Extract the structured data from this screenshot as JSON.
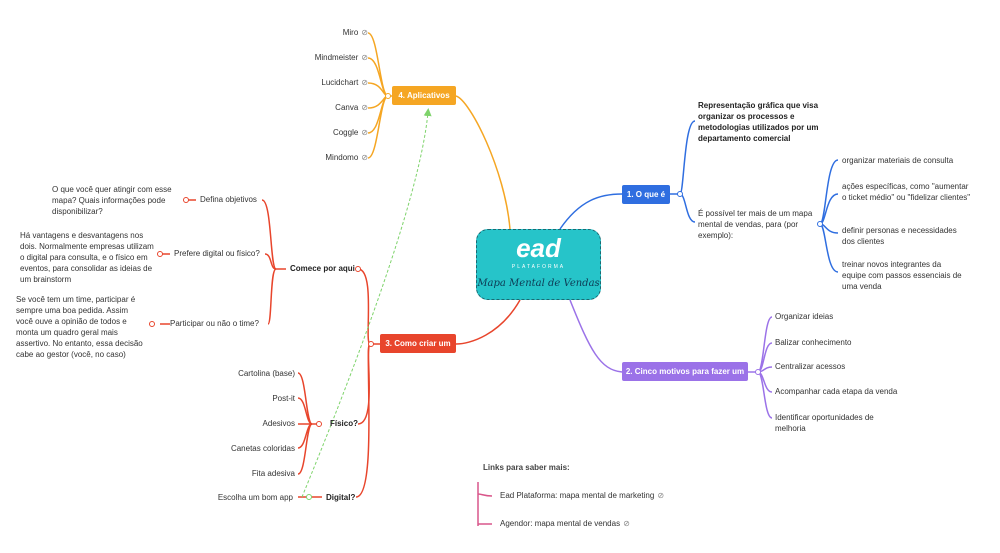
{
  "center": {
    "logo_text": "ead",
    "logo_sub": "PLATAFORMA",
    "title": "Mapa Mental de Vendas"
  },
  "apps": {
    "label": "4. Aplicativos",
    "items": [
      "Miro",
      "Mindmeister",
      "Lucidchart",
      "Canva",
      "Coggle",
      "Mindomo"
    ]
  },
  "oque": {
    "label": "1. O que é",
    "definition": "Representação gráfica que visa organizar os processos e metodologias utilizados por um departamento comercial",
    "multiple": "É possível ter mais de um mapa mental de vendas, para (por exemplo):",
    "examples": [
      "organizar materiais de consulta",
      "ações específicas, como \"aumentar o ticket médio\" ou \"fidelizar clientes\"",
      "definir personas e necessidades dos clientes",
      "treinar novos integrantes da equipe com passos essenciais de uma venda"
    ]
  },
  "motivos": {
    "label": "2. Cinco motivos para fazer um",
    "items": [
      "Organizar ideias",
      "Balizar conhecimento",
      "Centralizar acessos",
      "Acompanhar cada etapa da venda",
      "Identificar oportunidades de melhoria"
    ]
  },
  "criar": {
    "label": "3. Como criar um",
    "comece": {
      "label": "Comece por aqui",
      "items": [
        {
          "label": "Defina objetivos",
          "note": "O que você quer atingir com esse mapa? Quais informações pode disponibilizar?"
        },
        {
          "label": "Prefere digital ou físico?",
          "note": "Há vantagens e desvantagens nos dois. Normalmente empresas utilizam o digital para consulta, e o físico em eventos, para consolidar as ideias de um brainstorm"
        },
        {
          "label": "Participar ou não o time?",
          "note": "Se você tem um time, participar é sempre uma boa pedida. Assim você ouve a opinião de todos e monta um quadro geral mais assertivo. No entanto, essa decisão cabe ao gestor (você, no caso)"
        }
      ]
    },
    "fisico": {
      "label": "Físico?",
      "items": [
        "Cartolina (base)",
        "Post-it",
        "Adesivos",
        "Canetas coloridas",
        "Fita adesiva"
      ]
    },
    "digital": {
      "label": "Digital?",
      "item": "Escolha um bom app"
    }
  },
  "links": {
    "title": "Links para saber mais:",
    "items": [
      "Ead Plataforma: mapa mental de marketing",
      "Agendor: mapa mental de vendas"
    ]
  },
  "colors": {
    "apps": "#f5a623",
    "oque": "#2f6ee0",
    "motivos": "#9b72e8",
    "criar": "#e8452c",
    "links": "#d9568a",
    "center_fill": "#26c4c9",
    "relation": "#7ed36b"
  },
  "icons": {
    "link": "link-icon",
    "relation_arrow": "arrow-icon"
  }
}
